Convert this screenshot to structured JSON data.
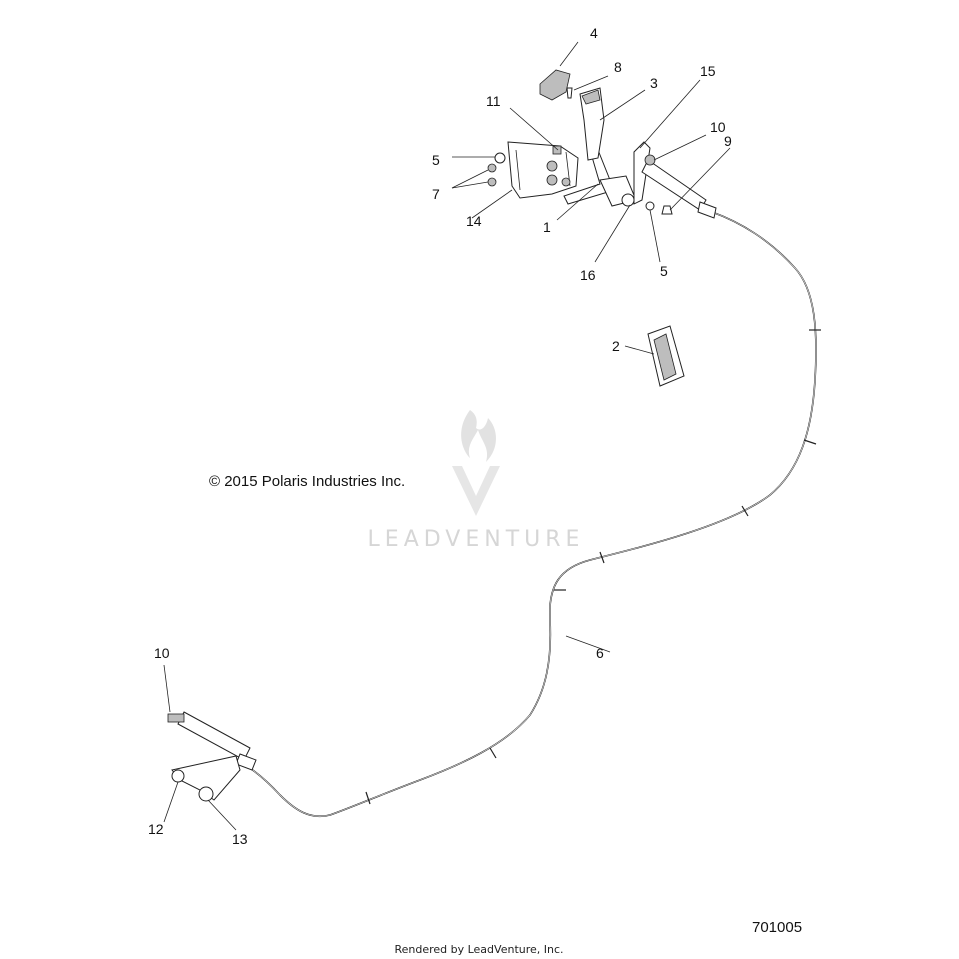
{
  "copyright": "© 2015 Polaris Industries Inc.",
  "watermark": "LEADVENTURE",
  "diagram_id": "701005",
  "footer": "Rendered by LeadVenture, Inc.",
  "callouts": {
    "c1": "1",
    "c2": "2",
    "c3": "3",
    "c4": "4",
    "c5a": "5",
    "c5b": "5",
    "c6": "6",
    "c7": "7",
    "c8": "8",
    "c9": "9",
    "c10a": "10",
    "c10b": "10",
    "c11": "11",
    "c12": "12",
    "c13": "13",
    "c14": "14",
    "c15": "15",
    "c16": "16"
  }
}
